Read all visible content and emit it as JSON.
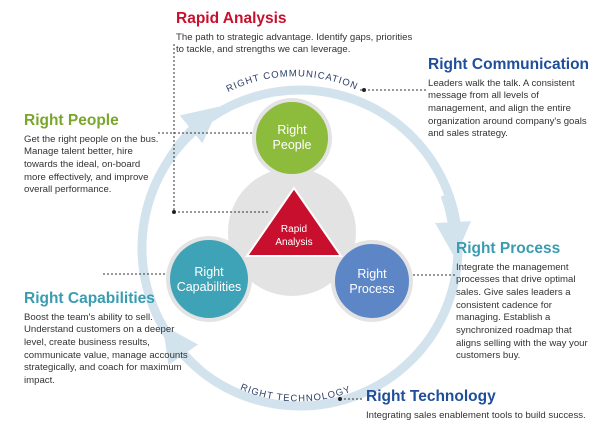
{
  "rapid_analysis": {
    "title": "Rapid Analysis",
    "body": "The path to strategic advantage. Identify gaps, priorities to tackle, and strengths we can leverage."
  },
  "right_communication": {
    "title": "Right Communication",
    "body": "Leaders walk the talk. A consistent message from all levels of management, and align the entire organization around company's goals and sales strategy."
  },
  "right_people": {
    "title": "Right People",
    "body": "Get the right people on the bus. Manage talent better, hire towards the ideal, on-board more effectively, and improve overall performance."
  },
  "right_process": {
    "title": "Right Process",
    "body": "Integrate the management processes that drive optimal sales. Give sales leaders a consistent cadence for managing. Establish a synchronized roadmap that aligns selling with the way your customers buy."
  },
  "right_capabilities": {
    "title": "Right Capabilities",
    "body": "Boost the team's ability to sell. Understand customers on a deeper level, create business results, communicate value, manage accounts strategically, and coach for maximum impact."
  },
  "right_technology": {
    "title": "Right Technology",
    "body": "Integrating sales enablement tools to build success."
  },
  "ring": {
    "top_label": "RIGHT COMMUNICATION",
    "bottom_label": "RIGHT TECHNOLOGY"
  },
  "nodes": {
    "people": {
      "line1": "Right",
      "line2": "People"
    },
    "process": {
      "line1": "Right",
      "line2": "Process"
    },
    "capabilities": {
      "line1": "Right",
      "line2": "Capabilities"
    },
    "center": {
      "line1": "Rapid",
      "line2": "Analysis"
    }
  },
  "colors": {
    "ring": "#d3e3ee",
    "people": "#8dbb3c",
    "process": "#5d86c6",
    "capabilities": "#3fa3b7",
    "center": "#c8102e",
    "hub": "#e3e3e3"
  }
}
